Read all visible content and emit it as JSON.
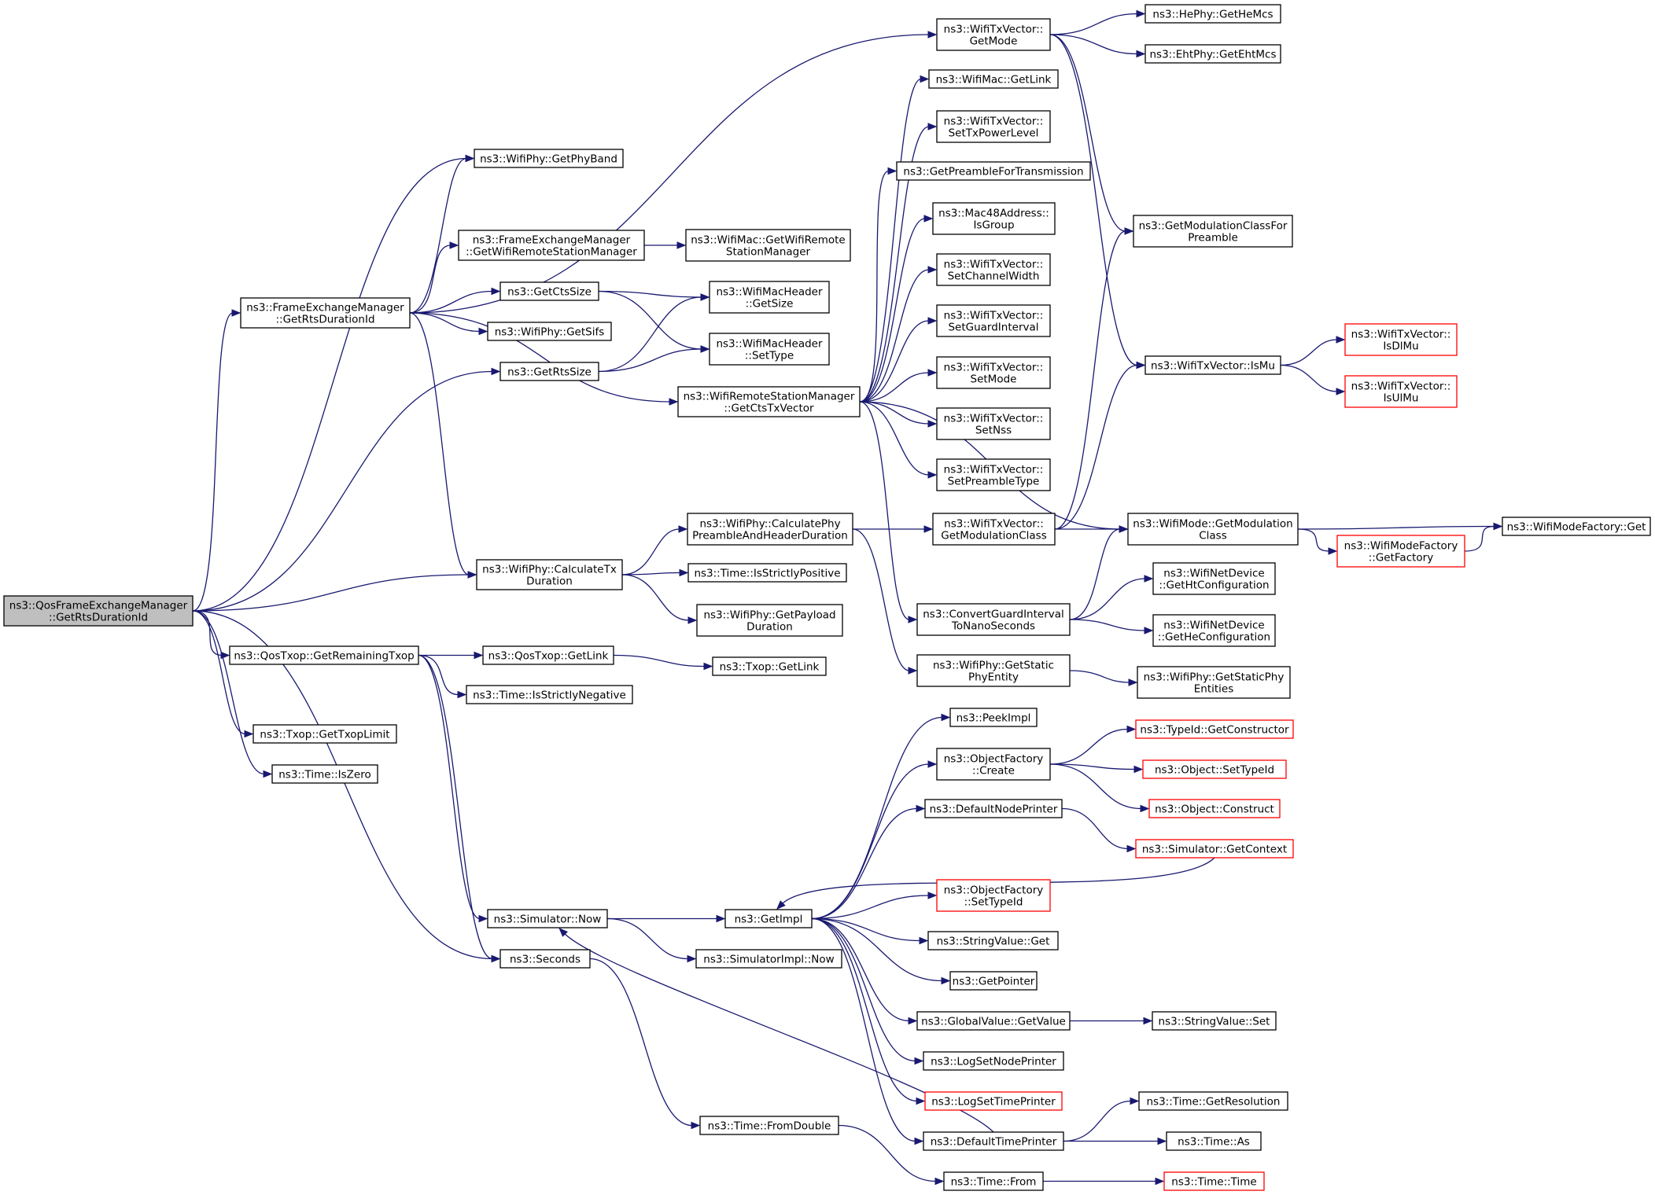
{
  "nodes": [
    {
      "id": "root",
      "lines": [
        "ns3::QosFrameExchangeManager",
        "::GetRtsDurationId"
      ],
      "style": "root"
    },
    {
      "id": "fem_rts",
      "lines": [
        "ns3::FrameExchangeManager",
        "::GetRtsDurationId"
      ]
    },
    {
      "id": "getphyband",
      "lines": [
        "ns3::WifiPhy::GetPhyBand"
      ]
    },
    {
      "id": "fem_wrsm",
      "lines": [
        "ns3::FrameExchangeManager",
        "::GetWifiRemoteStationManager"
      ]
    },
    {
      "id": "getctssize",
      "lines": [
        "ns3::GetCtsSize"
      ]
    },
    {
      "id": "getsifs",
      "lines": [
        "ns3::WifiPhy::GetSifs"
      ]
    },
    {
      "id": "getrtssize",
      "lines": [
        "ns3::GetRtsSize"
      ]
    },
    {
      "id": "calctx",
      "lines": [
        "ns3::WifiPhy::CalculateTx",
        "Duration"
      ]
    },
    {
      "id": "qosremaining",
      "lines": [
        "ns3::QosTxop::GetRemainingTxop"
      ]
    },
    {
      "id": "txoplimit",
      "lines": [
        "ns3::Txop::GetTxopLimit"
      ]
    },
    {
      "id": "timeiszero",
      "lines": [
        "ns3::Time::IsZero"
      ]
    },
    {
      "id": "macwrsm",
      "lines": [
        "ns3::WifiMac::GetWifiRemote",
        "StationManager"
      ]
    },
    {
      "id": "hdrsize",
      "lines": [
        "ns3::WifiMacHeader",
        "::GetSize"
      ]
    },
    {
      "id": "hdrsettype",
      "lines": [
        "ns3::WifiMacHeader",
        "::SetType"
      ]
    },
    {
      "id": "getctstxv",
      "lines": [
        "ns3::WifiRemoteStationManager",
        "::GetCtsTxVector"
      ]
    },
    {
      "id": "calcpreamble",
      "lines": [
        "ns3::WifiPhy::CalculatePhy",
        "PreambleAndHeaderDuration"
      ]
    },
    {
      "id": "isstrictpos",
      "lines": [
        "ns3::Time::IsStrictlyPositive"
      ]
    },
    {
      "id": "payloaddur",
      "lines": [
        "ns3::WifiPhy::GetPayload",
        "Duration"
      ]
    },
    {
      "id": "qosgetlink",
      "lines": [
        "ns3::QosTxop::GetLink"
      ]
    },
    {
      "id": "isstrictneg",
      "lines": [
        "ns3::Time::IsStrictlyNegative"
      ]
    },
    {
      "id": "txopgetlink",
      "lines": [
        "ns3::Txop::GetLink"
      ]
    },
    {
      "id": "getmode",
      "lines": [
        "ns3::WifiTxVector::",
        "GetMode"
      ]
    },
    {
      "id": "macgetlink",
      "lines": [
        "ns3::WifiMac::GetLink"
      ]
    },
    {
      "id": "settxpower",
      "lines": [
        "ns3::WifiTxVector::",
        "SetTxPowerLevel"
      ]
    },
    {
      "id": "getpreamble",
      "lines": [
        "ns3::GetPreambleForTransmission"
      ]
    },
    {
      "id": "isgroup",
      "lines": [
        "ns3::Mac48Address::",
        "IsGroup"
      ]
    },
    {
      "id": "setchwidth",
      "lines": [
        "ns3::WifiTxVector::",
        "SetChannelWidth"
      ]
    },
    {
      "id": "setgi",
      "lines": [
        "ns3::WifiTxVector::",
        "SetGuardInterval"
      ]
    },
    {
      "id": "setmode",
      "lines": [
        "ns3::WifiTxVector::",
        "SetMode"
      ]
    },
    {
      "id": "setnss",
      "lines": [
        "ns3::WifiTxVector::",
        "SetNss"
      ]
    },
    {
      "id": "setpreambletype",
      "lines": [
        "ns3::WifiTxVector::",
        "SetPreambleType"
      ]
    },
    {
      "id": "getmodclass_txv",
      "lines": [
        "ns3::WifiTxVector::",
        "GetModulationClass"
      ]
    },
    {
      "id": "convertgi",
      "lines": [
        "ns3::ConvertGuardInterval",
        "ToNanoSeconds"
      ]
    },
    {
      "id": "staticphy",
      "lines": [
        "ns3::WifiPhy::GetStatic",
        "PhyEntity"
      ]
    },
    {
      "id": "hemcs",
      "lines": [
        "ns3::HePhy::GetHeMcs"
      ]
    },
    {
      "id": "ehtmcs",
      "lines": [
        "ns3::EhtPhy::GetEhtMcs"
      ]
    },
    {
      "id": "modclasspreamble",
      "lines": [
        "ns3::GetModulationClassFor",
        "Preamble"
      ]
    },
    {
      "id": "ismu",
      "lines": [
        "ns3::WifiTxVector::IsMu"
      ]
    },
    {
      "id": "isdlmu",
      "lines": [
        "ns3::WifiTxVector::",
        "IsDlMu"
      ],
      "style": "red"
    },
    {
      "id": "isulmu",
      "lines": [
        "ns3::WifiTxVector::",
        "IsUlMu"
      ],
      "style": "red"
    },
    {
      "id": "wifimodegetmod",
      "lines": [
        "ns3::WifiMode::GetModulation",
        "Class"
      ]
    },
    {
      "id": "wmfgetfactory",
      "lines": [
        "ns3::WifiModeFactory",
        "::GetFactory"
      ],
      "style": "red"
    },
    {
      "id": "wmfget",
      "lines": [
        "ns3::WifiModeFactory::Get"
      ]
    },
    {
      "id": "htconfig",
      "lines": [
        "ns3::WifiNetDevice",
        "::GetHtConfiguration"
      ]
    },
    {
      "id": "heconfig",
      "lines": [
        "ns3::WifiNetDevice",
        "::GetHeConfiguration"
      ]
    },
    {
      "id": "staticphyentities",
      "lines": [
        "ns3::WifiPhy::GetStaticPhy",
        "Entities"
      ]
    },
    {
      "id": "simnow",
      "lines": [
        "ns3::Simulator::Now"
      ]
    },
    {
      "id": "seconds",
      "lines": [
        "ns3::Seconds"
      ]
    },
    {
      "id": "getimpl",
      "lines": [
        "ns3::GetImpl"
      ]
    },
    {
      "id": "simimplnow",
      "lines": [
        "ns3::SimulatorImpl::Now"
      ]
    },
    {
      "id": "fromdouble",
      "lines": [
        "ns3::Time::FromDouble"
      ]
    },
    {
      "id": "timefrom",
      "lines": [
        "ns3::Time::From"
      ]
    },
    {
      "id": "timetime",
      "lines": [
        "ns3::Time::Time"
      ],
      "style": "red"
    },
    {
      "id": "peekimpl",
      "lines": [
        "ns3::PeekImpl"
      ]
    },
    {
      "id": "ofcreate",
      "lines": [
        "ns3::ObjectFactory",
        "::Create"
      ]
    },
    {
      "id": "defnodeprinter",
      "lines": [
        "ns3::DefaultNodePrinter"
      ]
    },
    {
      "id": "simgetcontext",
      "lines": [
        "ns3::Simulator::GetContext"
      ],
      "style": "red"
    },
    {
      "id": "ofsettypeid",
      "lines": [
        "ns3::ObjectFactory",
        "::SetTypeId"
      ],
      "style": "red"
    },
    {
      "id": "strvalget",
      "lines": [
        "ns3::StringValue::Get"
      ]
    },
    {
      "id": "getpointer",
      "lines": [
        "ns3::GetPointer"
      ]
    },
    {
      "id": "gvgetvalue",
      "lines": [
        "ns3::GlobalValue::GetValue"
      ]
    },
    {
      "id": "strvalset",
      "lines": [
        "ns3::StringValue::Set"
      ]
    },
    {
      "id": "lognodeprinter",
      "lines": [
        "ns3::LogSetNodePrinter"
      ]
    },
    {
      "id": "logtimeprinter",
      "lines": [
        "ns3::LogSetTimePrinter"
      ],
      "style": "red"
    },
    {
      "id": "deftimeprinter",
      "lines": [
        "ns3::DefaultTimePrinter"
      ]
    },
    {
      "id": "getresolution",
      "lines": [
        "ns3::Time::GetResolution"
      ]
    },
    {
      "id": "timeas",
      "lines": [
        "ns3::Time::As"
      ]
    },
    {
      "id": "typeidgetctor",
      "lines": [
        "ns3::TypeId::GetConstructor"
      ],
      "style": "red"
    },
    {
      "id": "objsettypeid",
      "lines": [
        "ns3::Object::SetTypeId"
      ],
      "style": "red"
    },
    {
      "id": "objconstruct",
      "lines": [
        "ns3::Object::Construct"
      ],
      "style": "red"
    }
  ],
  "edges": [
    [
      "root",
      "getphyband"
    ],
    [
      "root",
      "fem_rts"
    ],
    [
      "root",
      "getrtssize"
    ],
    [
      "root",
      "calctx"
    ],
    [
      "root",
      "qosremaining"
    ],
    [
      "root",
      "txoplimit"
    ],
    [
      "root",
      "timeiszero"
    ],
    [
      "root",
      "seconds"
    ],
    [
      "fem_rts",
      "getphyband"
    ],
    [
      "fem_rts",
      "fem_wrsm"
    ],
    [
      "fem_rts",
      "getctssize"
    ],
    [
      "fem_rts",
      "getsifs"
    ],
    [
      "fem_rts",
      "getctstxv"
    ],
    [
      "fem_rts",
      "calctx"
    ],
    [
      "fem_rts",
      "getmode"
    ],
    [
      "fem_wrsm",
      "macwrsm"
    ],
    [
      "getctssize",
      "hdrsize"
    ],
    [
      "getctssize",
      "hdrsettype"
    ],
    [
      "getrtssize",
      "hdrsize"
    ],
    [
      "getrtssize",
      "hdrsettype"
    ],
    [
      "calctx",
      "calcpreamble"
    ],
    [
      "calctx",
      "isstrictpos"
    ],
    [
      "calctx",
      "payloaddur"
    ],
    [
      "qosremaining",
      "qosgetlink"
    ],
    [
      "qosremaining",
      "isstrictneg"
    ],
    [
      "qosremaining",
      "simnow"
    ],
    [
      "qosremaining",
      "seconds"
    ],
    [
      "qosgetlink",
      "txopgetlink"
    ],
    [
      "getctstxv",
      "macgetlink"
    ],
    [
      "getctstxv",
      "settxpower"
    ],
    [
      "getctstxv",
      "getpreamble"
    ],
    [
      "getctstxv",
      "isgroup"
    ],
    [
      "getctstxv",
      "setchwidth"
    ],
    [
      "getctstxv",
      "setgi"
    ],
    [
      "getctstxv",
      "setmode"
    ],
    [
      "getctstxv",
      "setnss"
    ],
    [
      "getctstxv",
      "setpreambletype"
    ],
    [
      "getctstxv",
      "wifimodegetmod"
    ],
    [
      "getctstxv",
      "convertgi"
    ],
    [
      "calcpreamble",
      "getmodclass_txv"
    ],
    [
      "calcpreamble",
      "staticphy"
    ],
    [
      "getmode",
      "hemcs"
    ],
    [
      "getmode",
      "ehtmcs"
    ],
    [
      "getmode",
      "modclasspreamble"
    ],
    [
      "getmode",
      "ismu"
    ],
    [
      "getmodclass_txv",
      "wifimodegetmod"
    ],
    [
      "getmodclass_txv",
      "modclasspreamble"
    ],
    [
      "getmodclass_txv",
      "ismu"
    ],
    [
      "ismu",
      "isdlmu"
    ],
    [
      "ismu",
      "isulmu"
    ],
    [
      "wifimodegetmod",
      "wmfgetfactory"
    ],
    [
      "wifimodegetmod",
      "wmfget"
    ],
    [
      "wmfgetfactory",
      "wmfget"
    ],
    [
      "convertgi",
      "htconfig"
    ],
    [
      "convertgi",
      "heconfig"
    ],
    [
      "convertgi",
      "wifimodegetmod"
    ],
    [
      "staticphy",
      "staticphyentities"
    ],
    [
      "simnow",
      "getimpl"
    ],
    [
      "simnow",
      "simimplnow"
    ],
    [
      "seconds",
      "fromdouble"
    ],
    [
      "fromdouble",
      "timefrom"
    ],
    [
      "timefrom",
      "timetime"
    ],
    [
      "getimpl",
      "peekimpl"
    ],
    [
      "getimpl",
      "ofcreate"
    ],
    [
      "getimpl",
      "defnodeprinter"
    ],
    [
      "getimpl",
      "ofsettypeid"
    ],
    [
      "getimpl",
      "strvalget"
    ],
    [
      "getimpl",
      "getpointer"
    ],
    [
      "getimpl",
      "gvgetvalue"
    ],
    [
      "getimpl",
      "lognodeprinter"
    ],
    [
      "getimpl",
      "logtimeprinter"
    ],
    [
      "getimpl",
      "deftimeprinter"
    ],
    [
      "ofcreate",
      "typeidgetctor"
    ],
    [
      "ofcreate",
      "objsettypeid"
    ],
    [
      "ofcreate",
      "objconstruct"
    ],
    [
      "defnodeprinter",
      "simgetcontext"
    ],
    [
      "simgetcontext",
      "getimpl"
    ],
    [
      "gvgetvalue",
      "strvalset"
    ],
    [
      "deftimeprinter",
      "getresolution"
    ],
    [
      "deftimeprinter",
      "timeas"
    ],
    [
      "deftimeprinter",
      "simnow"
    ]
  ]
}
